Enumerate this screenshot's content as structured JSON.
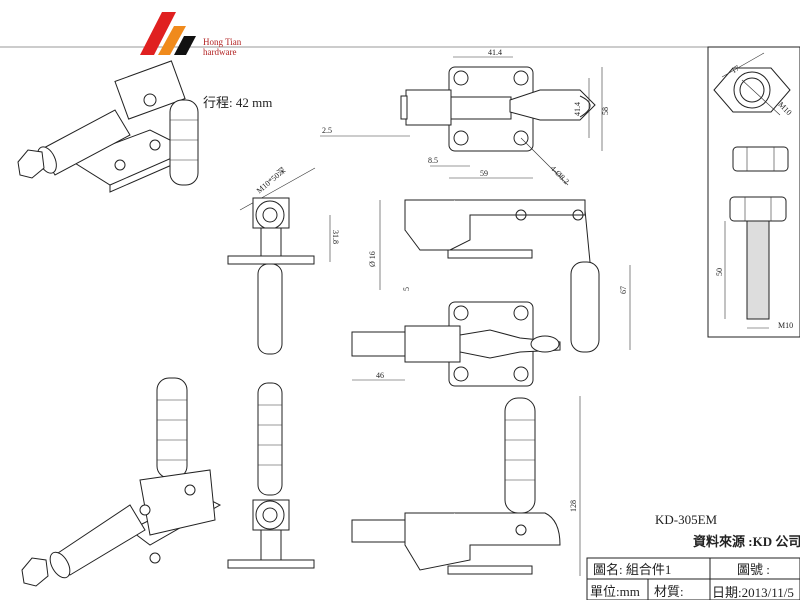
{
  "logo": {
    "line1": "Hong Tian",
    "line2": "hardware",
    "colors": [
      "#e02020",
      "#f08a1c",
      "#111111"
    ],
    "text_color": "#b22222"
  },
  "stroke_label": "行程: 42 mm",
  "dimensions": {
    "top_width": "41.4",
    "top_height": "58",
    "top_hole_spacing": "41.4",
    "plunger_offset": "2.5",
    "hole_edge": "8.5",
    "base_width": "59",
    "holes": "4-Ø8.2",
    "thread": "M10*50深",
    "center_height": "31.8",
    "plunger_dia": "Ø 16",
    "base_thickness": "5",
    "handle_height": "67",
    "plunger_extend": "46",
    "total_height": "128",
    "nut_width": "17",
    "nut_thread": "M10",
    "bolt_length": "50",
    "bolt_thread": "M10"
  },
  "title_block": {
    "model": "KD-305EM",
    "source": "資料來源 :KD 公司",
    "drawing_name": "圖名: 組合件1",
    "drawing_no": "圖號 :",
    "unit": "單位:mm",
    "material": "材質:",
    "date": "日期:2013/11/5"
  }
}
